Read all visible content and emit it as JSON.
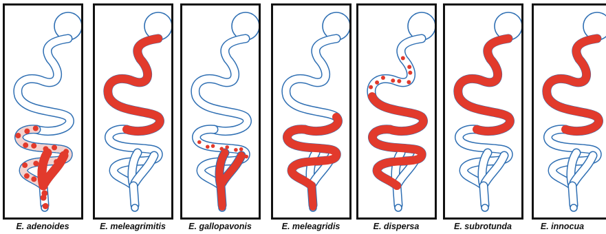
{
  "colors": {
    "outline": "#2f6fb3",
    "lesion": "#e23a2c",
    "frame": "#111111"
  },
  "panels": [
    {
      "id": "adenoides",
      "label": "E. adenoides",
      "pattern": "lower-dots-and-ceca"
    },
    {
      "id": "meleagrimitis",
      "label": "E. meleagrimitis",
      "pattern": "upper-solid"
    },
    {
      "id": "gallopavonis",
      "label": "E. gallopavonis",
      "pattern": "lower-ceca"
    },
    {
      "id": "meleagridis",
      "label": "E. meleagridis",
      "pattern": "mid-to-lower"
    },
    {
      "id": "dispersa",
      "label": "E. dispersa",
      "pattern": "upper-dots-and-mid"
    },
    {
      "id": "subrotunda",
      "label": "E. subrotunda",
      "pattern": "upper-solid"
    },
    {
      "id": "innocua",
      "label": "E. innocua",
      "pattern": "upper-solid"
    }
  ]
}
